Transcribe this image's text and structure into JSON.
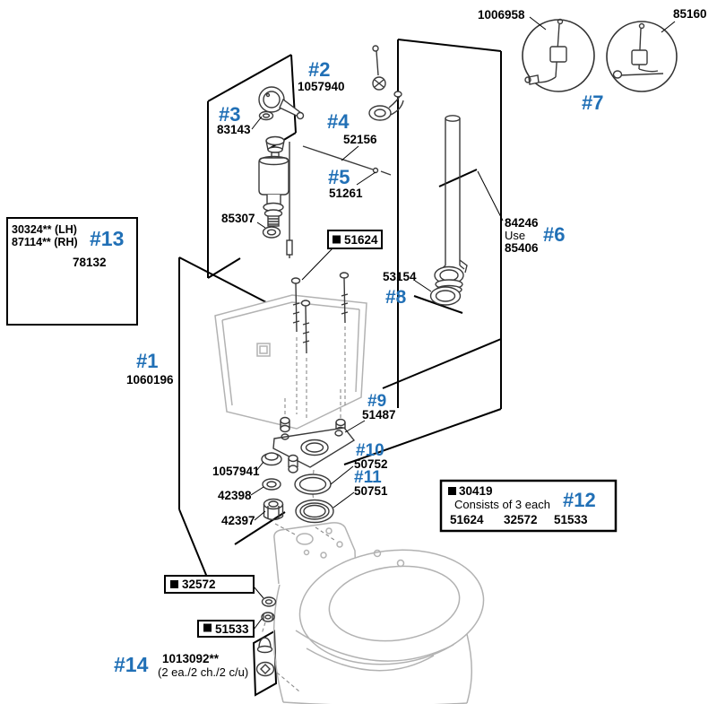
{
  "colors": {
    "accent": "#2170b6",
    "ink": "#000000",
    "part_dark": "#3a3a3a",
    "part_light": "#b2b2b2"
  },
  "callouts": {
    "c1": {
      "ref": "#1",
      "part": "1060196"
    },
    "c2": {
      "ref": "#2",
      "part": "1057940"
    },
    "c3": {
      "ref": "#3",
      "part": "83143"
    },
    "c4": {
      "ref": "#4",
      "part": "52156"
    },
    "c5": {
      "ref": "#5",
      "part": "51261"
    },
    "c6": {
      "ref": "#6",
      "part": "84246",
      "note": "Use",
      "substitute": "85406"
    },
    "c7": {
      "ref": "#7",
      "left_part": "1006958",
      "right_part": "85160"
    },
    "c8": {
      "ref": "#8",
      "part": "53154"
    },
    "c9": {
      "ref": "#9",
      "part": "51487"
    },
    "c10": {
      "ref": "#10",
      "part": "50752"
    },
    "c11": {
      "ref": "#11",
      "part": "50751"
    },
    "c12": {
      "ref": "#12",
      "part": "30419",
      "desc": "Consists of 3 each",
      "items": [
        "51624",
        "32572",
        "51533"
      ]
    },
    "c13": {
      "ref": "#13",
      "part_lh": "30324** (LH)",
      "part_rh": "87114** (RH)",
      "part": "78132"
    },
    "c14": {
      "ref": "#14",
      "part": "1013092**",
      "qty_note": "(2 ea./2 ch./2 c/u)"
    }
  },
  "loose_parts": {
    "p85307": "85307",
    "p1057941": "1057941",
    "p42398": "42398",
    "p42397": "42397"
  },
  "boxed_parts": {
    "b51624": "51624",
    "b32572": "32572",
    "b51533": "51533"
  }
}
